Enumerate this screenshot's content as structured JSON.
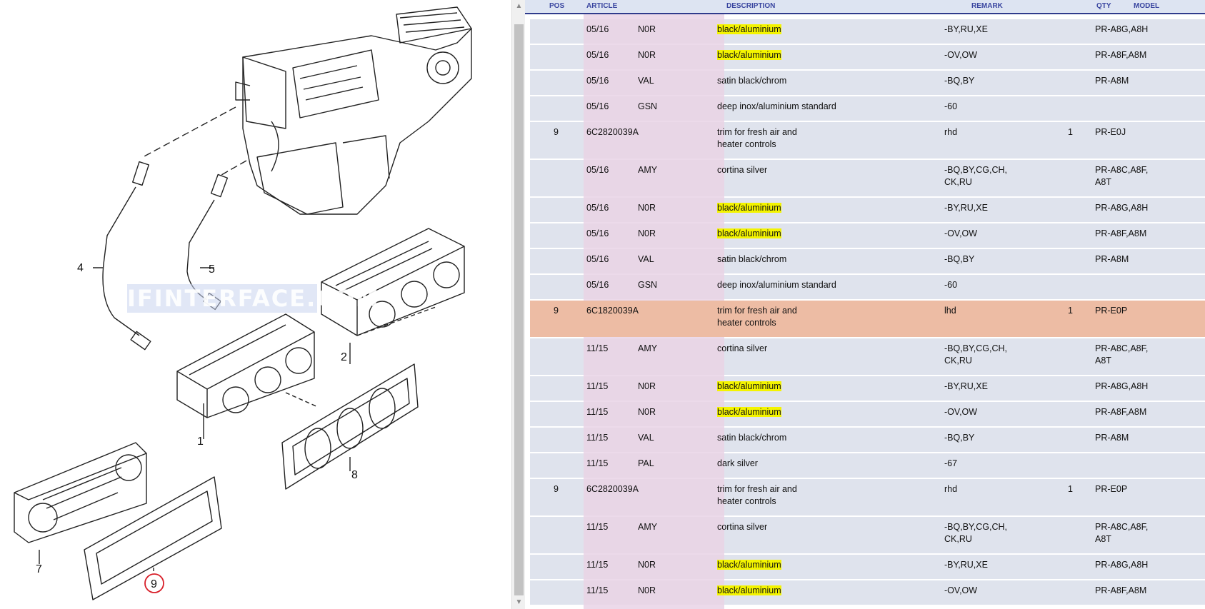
{
  "diagram": {
    "callouts": [
      "1",
      "2",
      "4",
      "5",
      "7",
      "8",
      "9"
    ],
    "selected_callout": "9",
    "watermark": "IFINTERFACE.COM"
  },
  "table": {
    "headers": [
      "POS",
      "ARTICLE",
      "DESCRIPTION",
      "REMARK",
      "QTY",
      "MODEL"
    ],
    "rows": [
      {
        "pos": "",
        "date": "05/16",
        "code": "N0R",
        "desc": "black/aluminium",
        "remark": "-BY,RU,XE",
        "qty": "",
        "model": "PR-A8G,A8H",
        "desc_hl": true,
        "hl": false
      },
      {
        "pos": "",
        "date": "05/16",
        "code": "N0R",
        "desc": "black/aluminium",
        "remark": "-OV,OW",
        "qty": "",
        "model": "PR-A8F,A8M",
        "desc_hl": true,
        "hl": false
      },
      {
        "pos": "",
        "date": "05/16",
        "code": "VAL",
        "desc": "satin black/chrom",
        "remark": "-BQ,BY",
        "qty": "",
        "model": "PR-A8M",
        "desc_hl": false,
        "hl": false
      },
      {
        "pos": "",
        "date": "05/16",
        "code": "GSN",
        "desc": "deep inox/aluminium standard",
        "remark": "-60",
        "qty": "",
        "model": "",
        "desc_hl": false,
        "hl": false
      },
      {
        "pos": "9",
        "date": "6C2820039A",
        "code": "",
        "desc": "trim for fresh air and\nheater controls",
        "remark": "rhd",
        "qty": "1",
        "model": "PR-E0J",
        "desc_hl": false,
        "hl": false
      },
      {
        "pos": "",
        "date": "05/16",
        "code": "AMY",
        "desc": "cortina silver",
        "remark": "-BQ,BY,CG,CH,\nCK,RU",
        "qty": "",
        "model": "PR-A8C,A8F,\nA8T",
        "desc_hl": false,
        "hl": false
      },
      {
        "pos": "",
        "date": "05/16",
        "code": "N0R",
        "desc": "black/aluminium",
        "remark": "-BY,RU,XE",
        "qty": "",
        "model": "PR-A8G,A8H",
        "desc_hl": true,
        "hl": false
      },
      {
        "pos": "",
        "date": "05/16",
        "code": "N0R",
        "desc": "black/aluminium",
        "remark": "-OV,OW",
        "qty": "",
        "model": "PR-A8F,A8M",
        "desc_hl": true,
        "hl": false
      },
      {
        "pos": "",
        "date": "05/16",
        "code": "VAL",
        "desc": "satin black/chrom",
        "remark": "-BQ,BY",
        "qty": "",
        "model": "PR-A8M",
        "desc_hl": false,
        "hl": false
      },
      {
        "pos": "",
        "date": "05/16",
        "code": "GSN",
        "desc": "deep inox/aluminium standard",
        "remark": "-60",
        "qty": "",
        "model": "",
        "desc_hl": false,
        "hl": false
      },
      {
        "pos": "9",
        "date": "6C1820039A",
        "code": "",
        "desc": "trim for fresh air and\nheater controls",
        "remark": "lhd",
        "qty": "1",
        "model": "PR-E0P",
        "desc_hl": false,
        "hl": true
      },
      {
        "pos": "",
        "date": "11/15",
        "code": "AMY",
        "desc": "cortina silver",
        "remark": "-BQ,BY,CG,CH,\nCK,RU",
        "qty": "",
        "model": "PR-A8C,A8F,\nA8T",
        "desc_hl": false,
        "hl": false
      },
      {
        "pos": "",
        "date": "11/15",
        "code": "N0R",
        "desc": "black/aluminium",
        "remark": "-BY,RU,XE",
        "qty": "",
        "model": "PR-A8G,A8H",
        "desc_hl": true,
        "hl": false
      },
      {
        "pos": "",
        "date": "11/15",
        "code": "N0R",
        "desc": "black/aluminium",
        "remark": "-OV,OW",
        "qty": "",
        "model": "PR-A8F,A8M",
        "desc_hl": true,
        "hl": false
      },
      {
        "pos": "",
        "date": "11/15",
        "code": "VAL",
        "desc": "satin black/chrom",
        "remark": "-BQ,BY",
        "qty": "",
        "model": "PR-A8M",
        "desc_hl": false,
        "hl": false
      },
      {
        "pos": "",
        "date": "11/15",
        "code": "PAL",
        "desc": "dark silver",
        "remark": "-67",
        "qty": "",
        "model": "",
        "desc_hl": false,
        "hl": false
      },
      {
        "pos": "9",
        "date": "6C2820039A",
        "code": "",
        "desc": "trim for fresh air and\nheater controls",
        "remark": "rhd",
        "qty": "1",
        "model": "PR-E0P",
        "desc_hl": false,
        "hl": false
      },
      {
        "pos": "",
        "date": "11/15",
        "code": "AMY",
        "desc": "cortina silver",
        "remark": "-BQ,BY,CG,CH,\nCK,RU",
        "qty": "",
        "model": "PR-A8C,A8F,\nA8T",
        "desc_hl": false,
        "hl": false
      },
      {
        "pos": "",
        "date": "11/15",
        "code": "N0R",
        "desc": "black/aluminium",
        "remark": "-BY,RU,XE",
        "qty": "",
        "model": "PR-A8G,A8H",
        "desc_hl": true,
        "hl": false
      },
      {
        "pos": "",
        "date": "11/15",
        "code": "N0R",
        "desc": "black/aluminium",
        "remark": "-OV,OW",
        "qty": "",
        "model": "PR-A8F,A8M",
        "desc_hl": true,
        "hl": false
      }
    ]
  },
  "colors": {
    "header_text": "#3a46a0",
    "row_bg": "#dfe3ed",
    "row_highlight": "#edbca4",
    "text_highlight": "#f4f400",
    "callout_circle": "#d8202a"
  },
  "scrollbar": {
    "up_icon": "triangle-up-icon",
    "down_icon": "triangle-down-icon"
  }
}
